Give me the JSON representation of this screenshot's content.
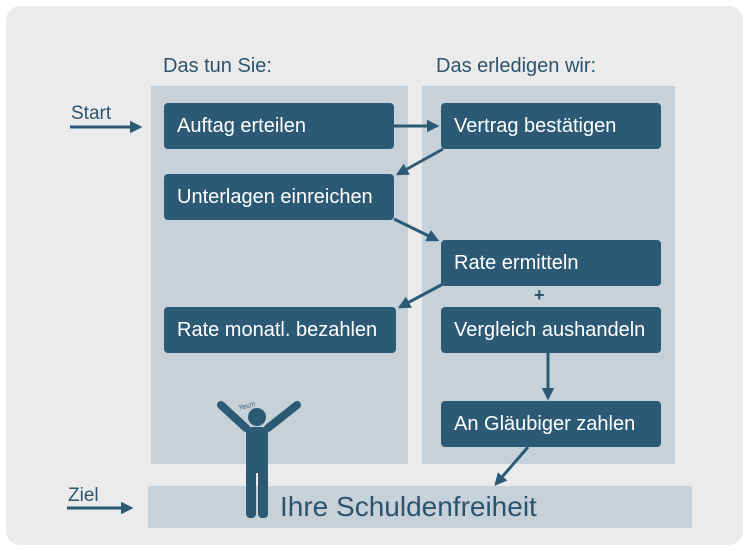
{
  "columns": {
    "left_heading": "Das tun Sie:",
    "right_heading": "Das erledigen wir:"
  },
  "labels": {
    "start": "Start",
    "goal": "Ziel"
  },
  "steps": {
    "order": "Auftag erteilen",
    "confirm": "Vertrag bestätigen",
    "documents": "Unterlagen einreichen",
    "rate": "Rate ermitteln",
    "plus": "+",
    "negotiate": "Vergleich aushandeln",
    "pay_monthly": "Rate monatl. bezahlen",
    "pay_creditors": "An Gläubiger zahlen"
  },
  "figure": {
    "exclamation": "Yes!!!"
  },
  "result": "Ihre Schuldenfreiheit",
  "colors": {
    "box": "#2c5a75",
    "column": "#c7d1d9",
    "panel": "#ebebeb",
    "text": "#2c546e"
  }
}
